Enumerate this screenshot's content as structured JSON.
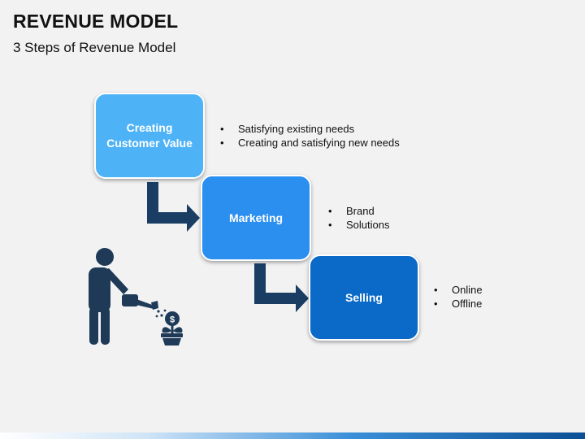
{
  "title": "REVENUE MODEL",
  "subtitle": "3 Steps of Revenue Model",
  "colors": {
    "step1": "#4db2f6",
    "step2": "#2b8ff0",
    "step3": "#0b6ac7",
    "arrow": "#1a3d63",
    "figure": "#1e3a57"
  },
  "steps": [
    {
      "label": "Creating Customer Value",
      "bullets": [
        "Satisfying existing needs",
        "Creating and satisfying new needs"
      ]
    },
    {
      "label": "Marketing",
      "bullets": [
        "Brand",
        "Solutions"
      ]
    },
    {
      "label": "Selling",
      "bullets": [
        "Online",
        "Offline"
      ]
    }
  ],
  "illustration": {
    "icon": "person-watering-money-plant-icon",
    "coin_symbol": "$"
  }
}
